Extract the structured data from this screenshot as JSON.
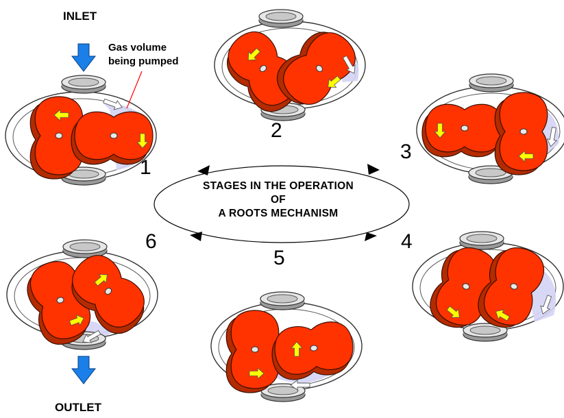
{
  "labels": {
    "inlet": "INLET",
    "outlet": "OUTLET",
    "gas_volume_line1": "Gas volume",
    "gas_volume_line2": "being pumped"
  },
  "center_title": {
    "line1": "STAGES IN THE OPERATION",
    "line2": "OF",
    "line3": "A ROOTS MECHANISM"
  },
  "stage_numbers": [
    "1",
    "2",
    "3",
    "4",
    "5",
    "6"
  ],
  "colors": {
    "rotor_face": "#ff3300",
    "rotor_side": "#b32b00",
    "arrow_yellow": "#ffff00",
    "flow_arrow_blue": "#1a7fe8",
    "gas_volume_fill": "#d4d4f5",
    "port_gray": "#bdbdbd",
    "leader_line": "#ff0000"
  }
}
